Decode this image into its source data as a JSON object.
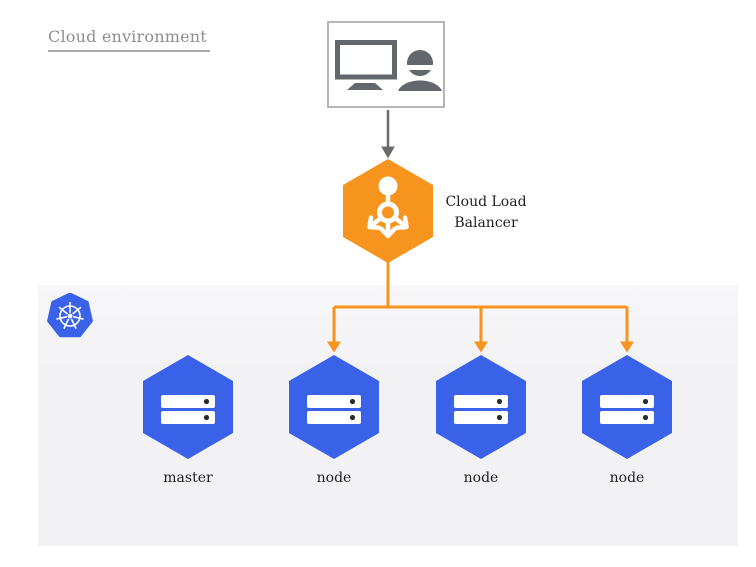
{
  "header": {
    "title": "Cloud environment"
  },
  "client": {
    "icon": "workstation-user-icon"
  },
  "load_balancer": {
    "label_line1": "Cloud Load",
    "label_line2": "Balancer",
    "icon": "load-balancer-hexagon-icon",
    "color": "#F7941E"
  },
  "cluster": {
    "icon": "kubernetes-logo-icon",
    "node_icon": "server-hexagon-icon",
    "hexagon_color": "#3A62E8",
    "panel_color": "#F2F2F4",
    "nodes": [
      {
        "label": "master"
      },
      {
        "label": "node"
      },
      {
        "label": "node"
      },
      {
        "label": "node"
      }
    ]
  },
  "connectors": {
    "client_to_lb_color": "#6B6B6B",
    "lb_to_nodes_color": "#F7941E"
  }
}
